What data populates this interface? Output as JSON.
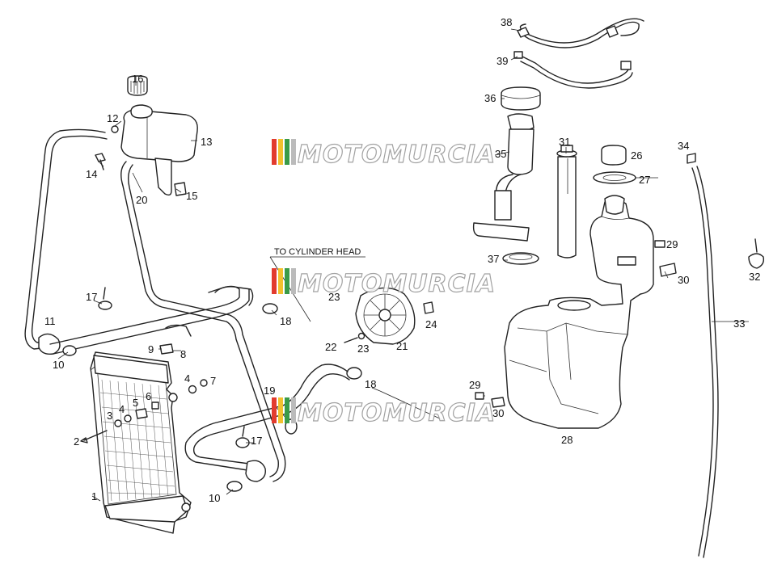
{
  "caption": "TO CYLINDER HEAD",
  "watermark": {
    "text": "MOTOMURCIA",
    "stripe_colors": [
      "#e23b2e",
      "#f2c12e",
      "#3a9b48",
      "#bbbbbb"
    ]
  },
  "callouts": [
    "1",
    "2",
    "3",
    "4",
    "4",
    "5",
    "6",
    "7",
    "8",
    "9",
    "10",
    "10",
    "11",
    "12",
    "13",
    "14",
    "15",
    "16",
    "17",
    "17",
    "18",
    "18",
    "19",
    "20",
    "21",
    "22",
    "23",
    "23",
    "24",
    "26",
    "27",
    "28",
    "29",
    "29",
    "30",
    "30",
    "31",
    "32",
    "33",
    "34",
    "35",
    "36",
    "37",
    "38",
    "39"
  ]
}
